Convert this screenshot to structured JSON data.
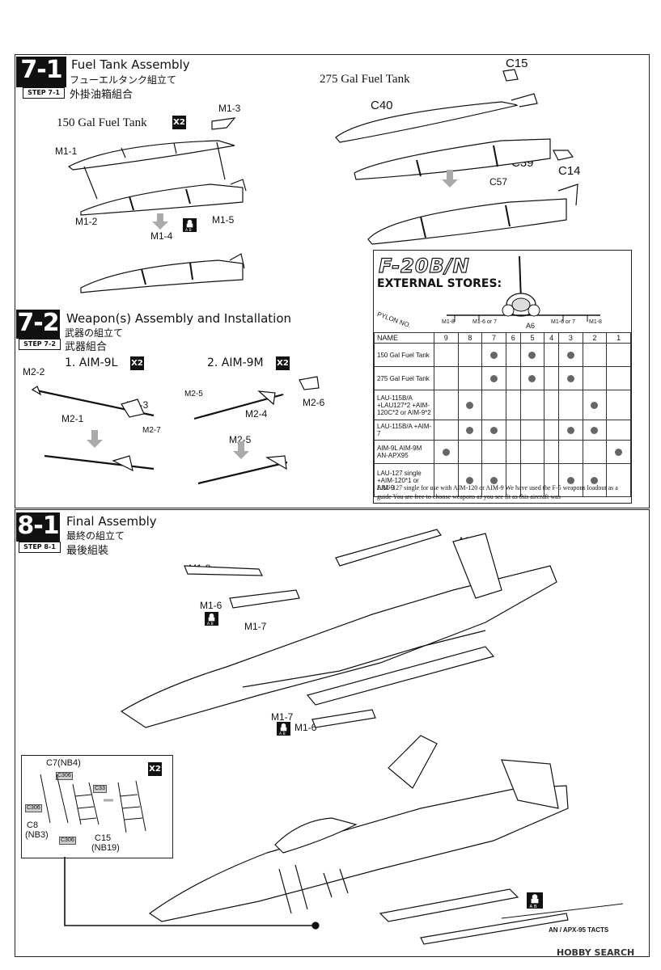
{
  "step71": {
    "number": "7-1",
    "tag": "STEP 7-1",
    "title": "Fuel Tank Assembly",
    "title_jp": "フューエルタンク組立て",
    "title_cn": "外掛油箱組合",
    "tank150": "150 Gal Fuel Tank",
    "tank150_qty": "X2",
    "tank275": "275 Gal Fuel Tank",
    "parts": {
      "m1_3": "M1-3",
      "m1_1": "M1-1",
      "m1_2": "M1-2",
      "m1_4": "M1-4",
      "m1_5": "M1-5",
      "c15": "C15",
      "c40": "C40",
      "c39": "C39",
      "c14": "C14",
      "c57": "C57"
    }
  },
  "step72": {
    "number": "7-2",
    "tag": "STEP 7-2",
    "title": "Weapon(s) Assembly and Installation",
    "title_jp": "武器の組立て",
    "title_cn": "武器組合",
    "aim9l": "1. AIM-9L",
    "aim9l_qty": "X2",
    "aim9m": "2. AIM-9M",
    "aim9m_qty": "X2",
    "parts": {
      "m2_2": "M2-2",
      "m2_1": "M2-1",
      "m2_3": "M2-3",
      "m2_7": "M2-7",
      "m2_5a": "M2-5",
      "m2_4": "M2-4",
      "m2_6": "M2-6",
      "m2_5b": "M2-5"
    }
  },
  "stores": {
    "logo": "F-20B/N",
    "heading": "EXTERNAL STORES:",
    "pylon_label": "PYLON NO.",
    "diagram_labels": [
      "M1-8",
      "M1-6 or 7",
      "A6",
      "M1-6 or 7",
      "M1-8"
    ],
    "columns": [
      "NAME",
      "9",
      "8",
      "7",
      "6",
      "5",
      "4",
      "3",
      "2",
      "1"
    ],
    "rows": [
      {
        "name": "150 Gal Fuel Tank",
        "cells": [
          0,
          0,
          1,
          0,
          1,
          0,
          1,
          0,
          0
        ]
      },
      {
        "name": "275 Gal Fuel Tank",
        "cells": [
          0,
          0,
          1,
          0,
          1,
          0,
          1,
          0,
          0
        ]
      },
      {
        "name": "LAU-115B/A +LAU127*2 +AIM-120C*2 or AIM-9*2",
        "cells": [
          0,
          1,
          0,
          0,
          0,
          0,
          0,
          1,
          0
        ]
      },
      {
        "name": "LAU-115B/A +AIM-7",
        "cells": [
          0,
          1,
          1,
          0,
          0,
          0,
          1,
          1,
          0
        ]
      },
      {
        "name": "AIM-9L AIM-9M AN-APX95",
        "cells": [
          1,
          0,
          0,
          0,
          0,
          0,
          0,
          0,
          1
        ]
      },
      {
        "name": "LAU-127 single +AIM-120*1 or AIM-9",
        "cells": [
          0,
          1,
          1,
          0,
          0,
          0,
          1,
          1,
          0
        ]
      }
    ],
    "note": "LAU-127 single for use with AIM-120 or AIM-9 We have used the F-5 weapons loadout as a guide You are free to choose weapons as you see fit as this aircraft was"
  },
  "step81": {
    "number": "8-1",
    "tag": "STEP 8-1",
    "title": "Final Assembly",
    "title_jp": "最終の組立て",
    "title_cn": "最後組裝",
    "parts": {
      "a6": "A6",
      "m1_8": "M1-8",
      "m1_6a": "M1-6",
      "m1_7a": "M1-7",
      "m1_7b": "M1-7",
      "m1_6b": "M1-6"
    },
    "inset": {
      "c7": "C7(NB4)",
      "c306a": "C306",
      "c306b": "C306",
      "c306c": "C306",
      "c33": "C33",
      "c8": "C8",
      "nb3": "(NB3)",
      "c15": "C15",
      "nb19": "(NB19)",
      "qty": "X2"
    },
    "apx": "AN / APX-95 TACTS"
  },
  "icons": {
    "ab": "A B",
    "lock": "lock-icon"
  },
  "watermark": "HOBBY SEARCH"
}
